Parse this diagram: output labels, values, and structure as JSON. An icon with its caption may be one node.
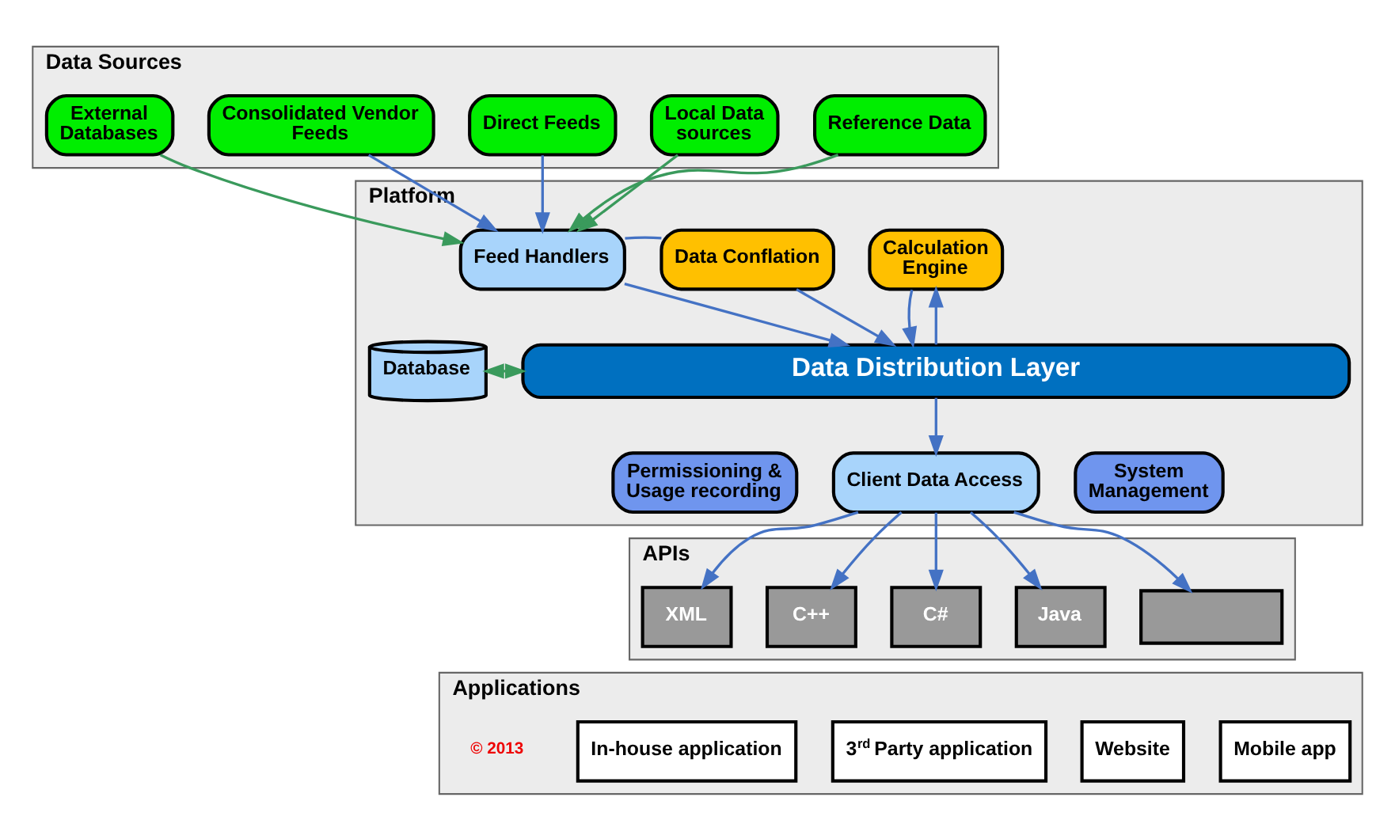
{
  "diagram": {
    "nodes": [
      {
        "text": [
          "Data Sources"
        ]
      },
      {
        "text": [
          "External Databases"
        ],
        "in": 0
      },
      {
        "text": [
          "Consolidated Vendor Feeds"
        ],
        "in": 0
      },
      {
        "text": [
          "Direct Feeds"
        ],
        "in": 0
      },
      {
        "text": [
          "Local Data sources"
        ],
        "in": 0
      },
      {
        "text": [
          "Reference Data"
        ],
        "in": 0
      },
      {
        "text": [
          "Platform"
        ]
      },
      {
        "text": [
          "Feed Handlers"
        ],
        "in": 6
      },
      {
        "text": [
          "Data Conflation"
        ],
        "in": 6
      },
      {
        "text": [
          "Calculation Engine"
        ],
        "in": 6
      },
      {
        "text": [
          "Database"
        ],
        "in": 6
      },
      {
        "text": [
          "Data Distribution Layer"
        ],
        "in": 6
      },
      {
        "text": [
          "Permissioning & Usage recording"
        ],
        "in": 6
      },
      {
        "text": [
          "Client Data Access"
        ],
        "in": 6
      },
      {
        "text": [
          "System Management"
        ],
        "in": 6
      },
      {
        "text": [
          "APIs"
        ]
      },
      {
        "text": [
          "XML"
        ],
        "in": 15
      },
      {
        "text": [
          "C++"
        ],
        "in": 15
      },
      {
        "text": [
          "C#"
        ],
        "in": 15
      },
      {
        "text": [
          "Java"
        ],
        "in": 15
      },
      {
        "text": [],
        "shape": "box",
        "in": 15
      },
      {
        "text": [
          "Applications"
        ]
      },
      {
        "text": [
          "In-house application"
        ],
        "in": 21
      },
      {
        "text": [
          "3$^{rd}$ Party application"
        ],
        "in": 21
      },
      {
        "text": [
          "Website"
        ],
        "in": 21
      },
      {
        "text": [
          "Mobile app"
        ],
        "in": 21
      }
    ],
    "edges": [
      {
        "from": 1,
        "to": 7,
        "arrow": "to",
        "color": "#3a9a5c"
      },
      {
        "from": 2,
        "to": 7,
        "arrow": "to"
      },
      {
        "from": 3,
        "to": 7,
        "arrow": "to"
      },
      {
        "from": 4,
        "to": 7,
        "arrow": "to",
        "color": "#3a9a5c"
      },
      {
        "from": 5,
        "to": 7,
        "arrow": "to",
        "color": "#3a9a5c"
      },
      {
        "from": 7,
        "to": 8,
        "arrow": "none"
      },
      {
        "from": 7,
        "to": 11,
        "arrow": "to"
      },
      {
        "from": 8,
        "to": 11,
        "arrow": "to"
      },
      {
        "from": 11,
        "to": 9,
        "arrow": "to"
      },
      {
        "from": 9,
        "to": 11,
        "arrow": "to"
      },
      {
        "from": 10,
        "to": 11,
        "arrow": "both",
        "color": "#3a9a5c"
      },
      {
        "from": 11,
        "to": 13,
        "arrow": "to"
      },
      {
        "from": 13,
        "to": 16,
        "arrow": "to"
      },
      {
        "from": 13,
        "to": 17,
        "arrow": "to"
      },
      {
        "from": 13,
        "to": 18,
        "arrow": "to"
      },
      {
        "from": 13,
        "to": 19,
        "arrow": "to"
      },
      {
        "from": 13,
        "to": 20,
        "arrow": "to"
      }
    ],
    "labels": [
      "© 2013"
    ]
  }
}
